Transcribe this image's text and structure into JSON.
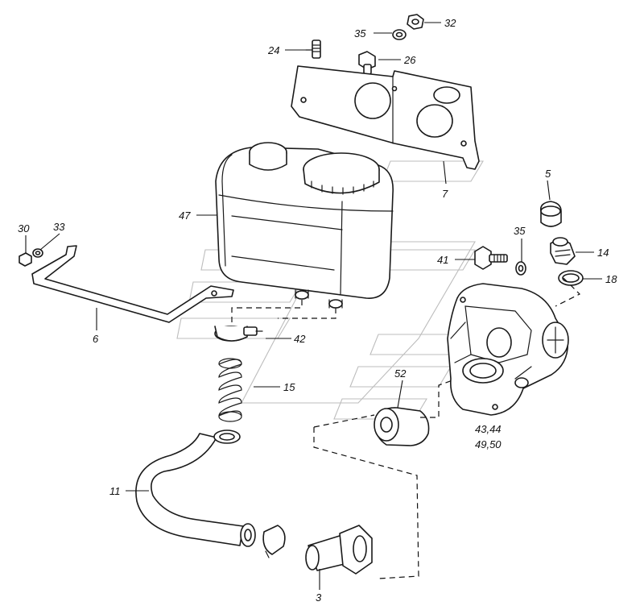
{
  "labels": {
    "l24": "24",
    "l35a": "35",
    "l32": "32",
    "l26": "26",
    "l7": "7",
    "l47": "47",
    "l5": "5",
    "l30": "30",
    "l33": "33",
    "l35b": "35",
    "l14": "14",
    "l41": "41",
    "l18": "18",
    "l6": "6",
    "l42": "42",
    "l15": "15",
    "l52": "52",
    "l4344": "43,44",
    "l4950": "49,50",
    "l11": "11",
    "l3": "3"
  },
  "colors": {
    "line": "#1a1a1a",
    "watermark": "#bdbdbd",
    "background": "#ffffff"
  }
}
